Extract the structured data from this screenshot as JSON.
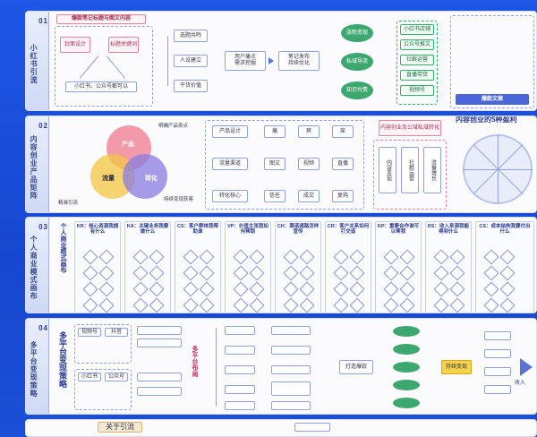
{
  "band1": {
    "num": "01",
    "tab": "小红书引流",
    "title": "爆款笔记标题与图文内容",
    "left_items": [
      "封面设计",
      "标题关键词",
      "小红书、公众号都可以"
    ],
    "mid_items": [
      "选题共鸣",
      "人设建立",
      "干货价值"
    ],
    "flow1": "用户痛点\n需求挖掘",
    "flow2": "笔记发布\n持续优化",
    "green_items": [
      "涨粉变现",
      "私域导流",
      "知识付费"
    ],
    "green_col": [
      "小红书店铺",
      "公众号推文",
      "社群运营",
      "直播带货",
      "视频号"
    ],
    "right_title": "爆款文案"
  },
  "band2": {
    "num": "02",
    "tab": "内容创业产品矩阵",
    "venn": [
      "产品",
      "流量",
      "转化"
    ],
    "venn_note1": "明确产品卖点",
    "venn_note2": "精准引流",
    "venn_note3": "持续变现获客",
    "rows": [
      "产品设计",
      "流量渠道",
      "转化核心"
    ],
    "row_items": [
      [
        "痛",
        "爽",
        "痒"
      ],
      [
        "图文",
        "视频",
        "直播"
      ],
      [
        "信任",
        "成交",
        "复购"
      ]
    ],
    "pink_title": "内容创业及公域私域转化",
    "pink_cols": [
      "内容变现",
      "社群运营",
      "流量增长"
    ],
    "right_title": "内容创业的5种盈利"
  },
  "band3": {
    "num": "03",
    "tab": "个人商业模式画布",
    "lead": "个人商业模式画布",
    "columns": [
      "KR：核心资源我拥有什么",
      "KA：关键业务我要做什么",
      "CS：客户群体我帮助谁",
      "VP：价值主张我如何帮助",
      "CH：渠道通路怎样宣传",
      "CR：客户关系如何打交道",
      "KP：重要合作谁可以帮我",
      "RS：收入来源我能得到什么",
      "CS：成本结构我要付出什么"
    ]
  },
  "band4": {
    "num": "04",
    "tab": "多平台变现策略",
    "lead": "多平台变现策略",
    "left_boxes": [
      "视频号",
      "抖音",
      "小红书",
      "公众号"
    ],
    "mid_title": "多平台布局",
    "right_flow": [
      "打造爆款",
      "持续变现"
    ],
    "end_label": "收入"
  },
  "band5": {
    "title": "关于引流"
  }
}
